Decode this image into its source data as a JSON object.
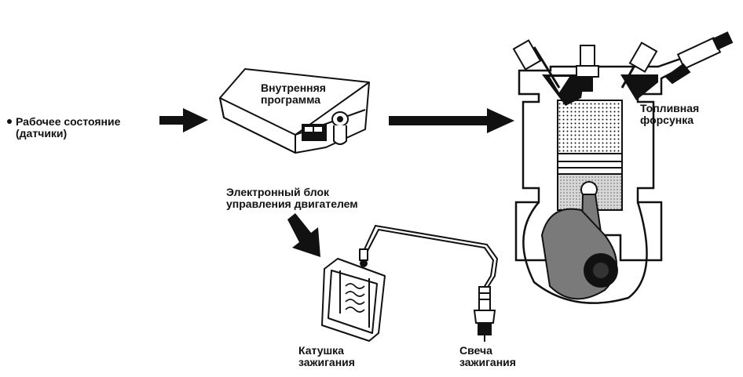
{
  "labels": {
    "sensors_line1": "Рабочее состояние",
    "sensors_line2": "(датчики)",
    "program_line1": "Внутренняя",
    "program_line2": "программа",
    "ecu_line1": "Электронный блок",
    "ecu_line2": "управления двигателем",
    "injector_line1": "Топливная",
    "injector_line2": "форсунка",
    "coil_line1": "Катушка",
    "coil_line2": "зажигания",
    "plug_line1": "Свеча",
    "plug_line2": "зажигания"
  },
  "colors": {
    "ink": "#111111",
    "paper": "#ffffff",
    "shade": "#7a7a7a",
    "light_shade": "#cfcfcf"
  }
}
